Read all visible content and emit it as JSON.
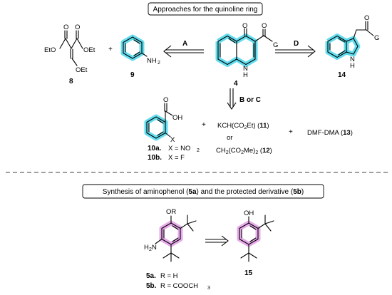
{
  "section1": {
    "title": "Approaches for the quinoline ring",
    "compounds": {
      "c8": {
        "number": "8",
        "labels": [
          "O",
          "O",
          "EtO",
          "OEt",
          "OEt"
        ]
      },
      "c9": {
        "number": "9",
        "label": "NH",
        "sub": "2"
      },
      "c4": {
        "number": "4",
        "labels": [
          "O",
          "O",
          "G",
          "N",
          "H"
        ]
      },
      "c14": {
        "number": "14",
        "labels": [
          "O",
          "G",
          "N",
          "H"
        ]
      },
      "c10": {
        "labels": [
          "O",
          "OH",
          "X"
        ],
        "a": "10a.",
        "a_text": "X = NO",
        "a_sub": "2",
        "b": "10b.",
        "b_text": "X = F"
      },
      "c11": {
        "text": "KCH(CO",
        "sub": "2",
        "text2": "Et) (",
        "num": "11",
        "close": ")"
      },
      "or": "or",
      "c12": {
        "text": "CH",
        "sub1": "2",
        "text2": "(CO",
        "sub2": "2",
        "text3": "Me)",
        "sub3": "2",
        "text4": " (",
        "num": "12",
        "close": ")"
      },
      "c13": {
        "text": "DMF-DMA (",
        "num": "13",
        "close": ")"
      }
    },
    "plus": "+",
    "arrows": {
      "A": "A",
      "D": "D",
      "BC": "B or C"
    }
  },
  "section2": {
    "title_parts": [
      "Synthesis of aminophenol (",
      "5a",
      ") and the protected derivative (",
      "5b",
      ")"
    ],
    "c5": {
      "labels": [
        "OR",
        "H",
        "2",
        "N"
      ],
      "a": "5a.",
      "a_text": "R = H",
      "b": "5b.",
      "b_text": "R = COOCH",
      "b_sub": "3"
    },
    "c15": {
      "number": "15",
      "label": "OH"
    }
  },
  "colors": {
    "highlight_cyan": "#47d6ea",
    "highlight_pink": "#e39be6"
  }
}
